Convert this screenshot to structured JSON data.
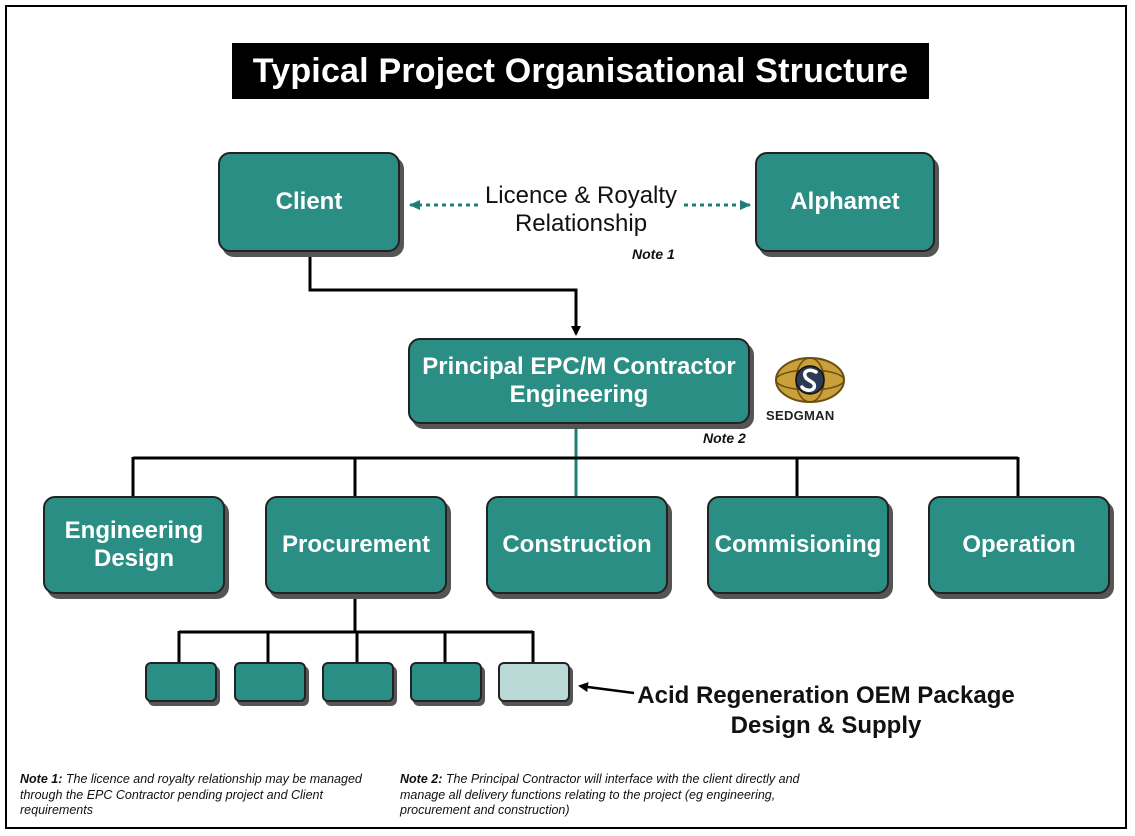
{
  "title": "Typical Project Organisational Structure",
  "top": {
    "client": "Client",
    "alphamet": "Alphamet"
  },
  "relationship": {
    "line1": "Licence & Royalty",
    "line2": "Relationship",
    "note": "Note 1"
  },
  "principal": {
    "line1": "Principal EPC/M Contractor",
    "line2": "Engineering",
    "note": "Note 2"
  },
  "logo": {
    "name": "SEDGMAN",
    "icon": "sedgman-globe-logo"
  },
  "functions": {
    "engineering_l1": "Engineering",
    "engineering_l2": "Design",
    "procurement": "Procurement",
    "construction": "Construction",
    "commisioning": "Commisioning",
    "operation": "Operation"
  },
  "oem": {
    "line1": "Acid Regeneration OEM Package",
    "line2": "Design & Supply"
  },
  "footnotes": {
    "n1_label": "Note 1:",
    "n1_text": "The licence and royalty relationship may be managed through the EPC Contractor pending project and Client requirements",
    "n2_label": "Note 2:",
    "n2_text": "The Principal Contractor will interface with the client directly and manage all delivery functions relating to the project (eg engineering, procurement and construction)"
  },
  "colors": {
    "box": "#2b8e84",
    "box_light": "#b9d9d6",
    "connector": "#000000",
    "dotted": "#1f7f76"
  }
}
